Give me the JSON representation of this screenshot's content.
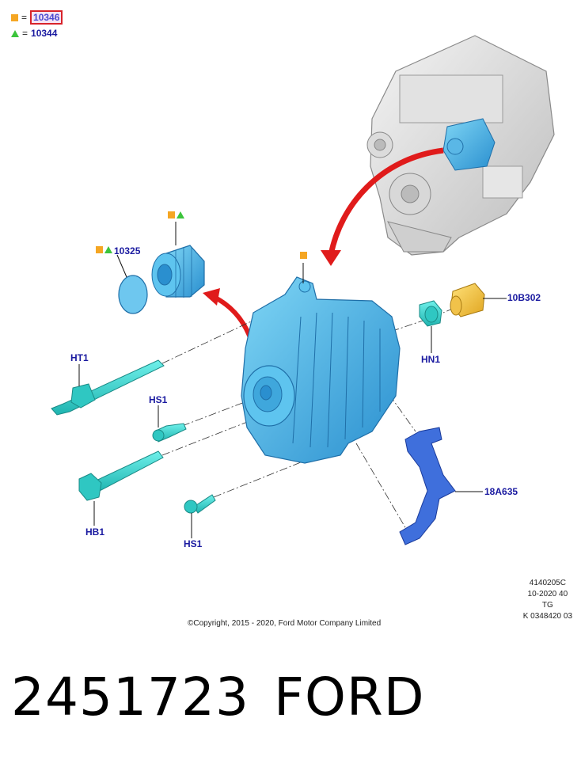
{
  "legend": {
    "square_ref": "10346",
    "triangle_ref": "10344",
    "equals": "="
  },
  "parts": {
    "p10325": "10325",
    "p10B302": "10B302",
    "pHN1": "HN1",
    "pHT1": "HT1",
    "pHS1_top": "HS1",
    "pHB1": "HB1",
    "pHS1_bottom": "HS1",
    "p18A635": "18A635"
  },
  "info_block": [
    "4140205C",
    "10-2020 40",
    "TG",
    "K 0348420 03"
  ],
  "copyright": "©Copyright, 2015 - 2020, Ford Motor Company Limited",
  "part_number": "2451723",
  "brand": "FORD",
  "colors": {
    "square": "#f5a623",
    "triangle": "#3cc43c",
    "label": "#1a1aa0",
    "part_cyan": "#3fb8e8",
    "arrow_red": "#e01b1b",
    "highlight_box": "#d8232a"
  }
}
